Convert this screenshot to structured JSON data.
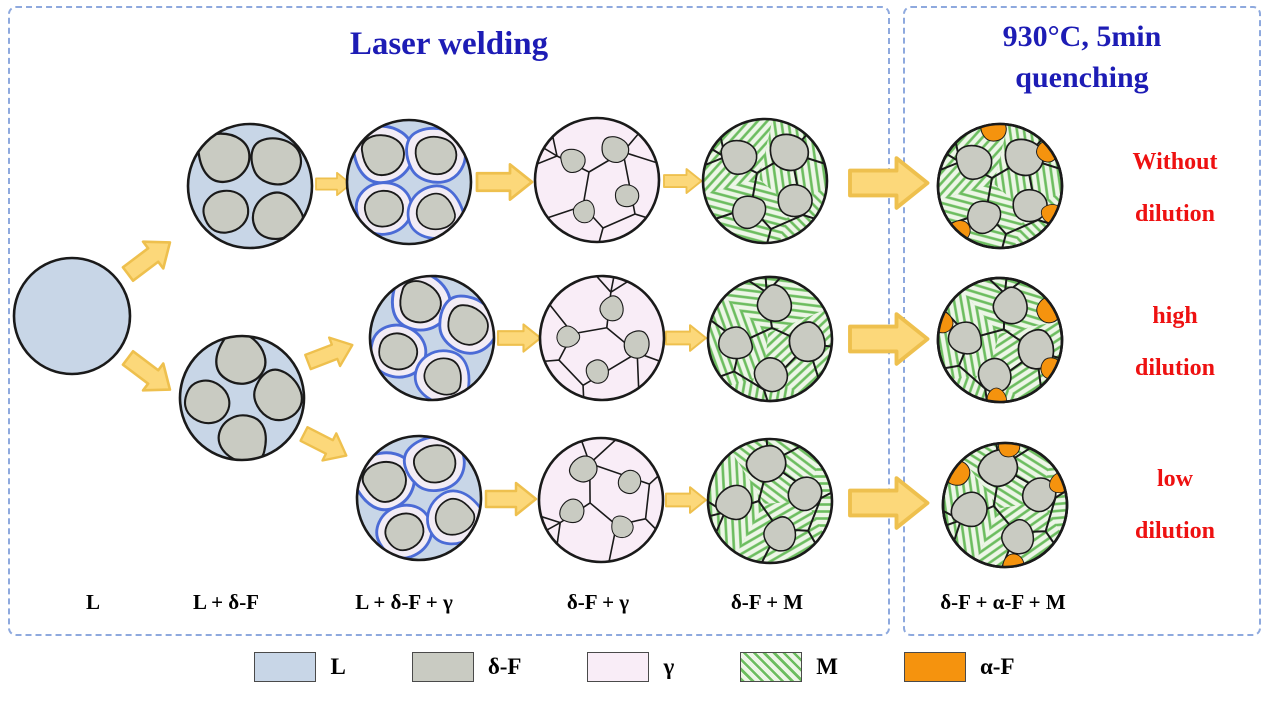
{
  "colors": {
    "l": "#c8d6e7",
    "delta": "#c9cbc2",
    "gamma": "#f9edf7",
    "mbase": "#edf6e7",
    "mline": "#6cbd5f",
    "alpha": "#f5930e",
    "arrow": "#fcd87a",
    "arrowstroke": "#eec04e",
    "box": "#8ea9de",
    "title": "#1d1cb5",
    "red": "#ee1111",
    "ink": "#1a1a1a",
    "ring": "#4b6bd6",
    "ringfill": "#f2ecf5"
  },
  "titles": {
    "left": "Laser welding",
    "right_line1": "930°C, 5min",
    "right_line2": "quenching"
  },
  "stages": [
    "L",
    "L + δ-F",
    "L + δ-F + γ",
    "δ-F + γ",
    "δ-F + M",
    "δ-F + α-F + M"
  ],
  "dilution_labels": [
    {
      "line1": "Without",
      "line2": "dilution"
    },
    {
      "line1": "high",
      "line2": "dilution"
    },
    {
      "line1": "low",
      "line2": "dilution"
    }
  ],
  "legend": {
    "items": [
      {
        "label": "L",
        "swatch": "L-liquid"
      },
      {
        "label": "δ-F",
        "swatch": "delta-ferrite"
      },
      {
        "label": "γ",
        "swatch": "austenite"
      },
      {
        "label": "M",
        "swatch": "martensite-hatch"
      },
      {
        "label": "α-F",
        "swatch": "alpha-ferrite"
      }
    ]
  }
}
